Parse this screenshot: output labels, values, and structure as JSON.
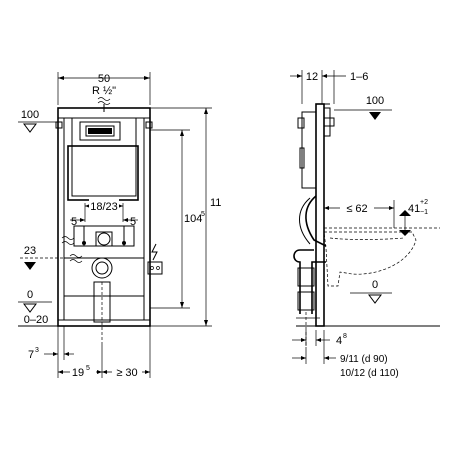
{
  "front_view": {
    "width": "50",
    "connection": "R ½\"",
    "ref_level_100": "100",
    "level_23": "23",
    "level_0": "0",
    "floor_range": "0–20",
    "bolt_spacing": "18/23",
    "offset_left": "5",
    "offset_right": "5",
    "height_total": "11",
    "height_frame_main": "104",
    "height_frame_sup": "5",
    "left_offset_main": "7",
    "left_offset_sup": "3",
    "drain_offset_main": "19",
    "drain_offset_sup": "5",
    "min_spacing": "≥ 30"
  },
  "side_view": {
    "depth_top": "12",
    "adjust_range": "1–6",
    "ref_level_100": "100",
    "bowl_projection": "≤ 62",
    "bowl_height_main": "41",
    "bowl_height_tol_plus": "+2",
    "bowl_height_tol_minus": "−1",
    "level_0": "0",
    "base_offset_main": "4",
    "base_offset_sup": "8",
    "drain_pipe_90": "9/11  (d 90)",
    "drain_pipe_110": "10/12 (d 110)"
  }
}
